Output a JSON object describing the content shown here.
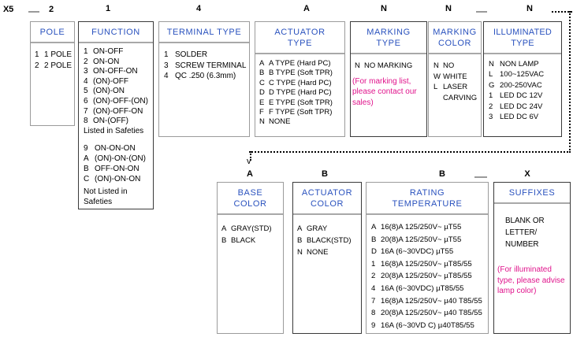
{
  "header": {
    "prefix": "X5",
    "codes": [
      "2",
      "1",
      "4",
      "A",
      "N",
      "N",
      "N"
    ],
    "bottom_codes": [
      "A",
      "B",
      "B",
      "X"
    ]
  },
  "boxes": [
    {
      "id": "pole",
      "title": "POLE",
      "options": [
        {
          "key": "1",
          "text": "1 POLE"
        },
        {
          "key": "2",
          "text": "2 POLE"
        }
      ]
    },
    {
      "id": "function",
      "title": "FUNCTION",
      "options": [
        {
          "key": "1",
          "text": "ON-OFF"
        },
        {
          "key": "2",
          "text": "ON-ON"
        },
        {
          "key": "3",
          "text": "ON-OFF-ON"
        },
        {
          "key": "4",
          "text": "(ON)-OFF"
        },
        {
          "key": "5",
          "text": "(ON)-ON"
        },
        {
          "key": "6",
          "text": "(ON)-OFF-(ON)"
        },
        {
          "key": "7",
          "text": "(ON)-OFF-ON"
        },
        {
          "key": "8",
          "text": "ON-(OFF)"
        }
      ],
      "footnote_1": "Listed in Safeties",
      "options_2": [
        {
          "key": "9",
          "text": "ON-ON-ON"
        },
        {
          "key": "A",
          "text": "(ON)-ON-(ON)"
        },
        {
          "key": "B",
          "text": "OFF-ON-ON"
        },
        {
          "key": "C",
          "text": "(ON)-ON-ON"
        }
      ],
      "footnote_2": "Not Listed in\nSafeties"
    },
    {
      "id": "terminal-type",
      "title": "TERMINAL TYPE",
      "options": [
        {
          "key": "1",
          "text": "SOLDER"
        },
        {
          "key": "3",
          "text": "SCREW TERMINAL"
        },
        {
          "key": "4",
          "text": "QC .250  (6.3mm)"
        }
      ]
    },
    {
      "id": "actuator-type",
      "title": "ACTUATOR\nTYPE",
      "options": [
        {
          "key": "A",
          "text": "A TYPE (Hard PC)"
        },
        {
          "key": "B",
          "text": "B TYPE (Soft TPR)"
        },
        {
          "key": "C",
          "text": "C TYPE (Hard PC)"
        },
        {
          "key": "D",
          "text": "D TYPE (Hard PC)"
        },
        {
          "key": "E",
          "text": "E TYPE (Soft TPR)"
        },
        {
          "key": "F",
          "text": "F TYPE (Soft TPR)"
        },
        {
          "key": "N",
          "text": "NONE"
        }
      ]
    },
    {
      "id": "marking-type",
      "title": "MARKING\nTYPE",
      "options": [
        {
          "key": "N",
          "text": "NO MARKING"
        }
      ],
      "note": "(For marking list,\n please contact our\n sales)"
    },
    {
      "id": "marking-color",
      "title": "MARKING\nCOLOR",
      "options": [
        {
          "key": "N",
          "text": "NO"
        },
        {
          "key": "W",
          "text": "WHITE"
        },
        {
          "key": "L",
          "text": "LASER\n    CARVING"
        }
      ]
    },
    {
      "id": "illuminated-type",
      "title": "ILLUMINATED\nTYPE",
      "options": [
        {
          "key": "N",
          "text": "NON LAMP"
        },
        {
          "key": "L",
          "text": "100~125VAC"
        },
        {
          "key": "G",
          "text": "200-250VAC"
        },
        {
          "key": "1",
          "text": "LED  DC 12V"
        },
        {
          "key": "2",
          "text": "LED  DC 24V"
        },
        {
          "key": "3",
          "text": "LED  DC 6V"
        }
      ]
    },
    {
      "id": "base-color",
      "title": "BASE\nCOLOR",
      "options": [
        {
          "key": "A",
          "text": "GRAY(STD)"
        },
        {
          "key": "B",
          "text": "BLACK"
        }
      ]
    },
    {
      "id": "actuator-color",
      "title": "ACTUATOR\nCOLOR",
      "options": [
        {
          "key": "A",
          "text": "GRAY"
        },
        {
          "key": "B",
          "text": "BLACK(STD)"
        },
        {
          "key": "N",
          "text": "NONE"
        }
      ]
    },
    {
      "id": "rating-temperature",
      "title": "RATING\nTEMPERATURE",
      "options": [
        {
          "key": "A",
          "text": "16(8)A 125/250V~ µT55"
        },
        {
          "key": "B",
          "text": "20(8)A 125/250V~ µT55"
        },
        {
          "key": "D",
          "text": "16A (6~30VDC) µT55"
        },
        {
          "key": "1",
          "text": "16(8)A 125/250V~ µT85/55"
        },
        {
          "key": "2",
          "text": "20(8)A 125/250V~ µT85/55"
        },
        {
          "key": "4",
          "text": "16A (6~30VDC) µT85/55"
        },
        {
          "key": "7",
          "text": "16(8)A 125/250V~ µ40 T85/55"
        },
        {
          "key": "8",
          "text": "20(8)A 125/250V~ µ40 T85/55"
        },
        {
          "key": "9",
          "text": "16A (6~30VD C) µ40T85/55"
        }
      ]
    },
    {
      "id": "suffixes",
      "title": "SUFFIXES",
      "text_block": "BLANK OR\nLETTER/\nNUMBER",
      "note": "(For illuminated\n type, please advise\n lamp color)"
    }
  ],
  "colors": {
    "header_text": "#2a52be",
    "note_text": "#e0148c",
    "border": "#3a3a3a",
    "rule": "#a8a8a8"
  }
}
